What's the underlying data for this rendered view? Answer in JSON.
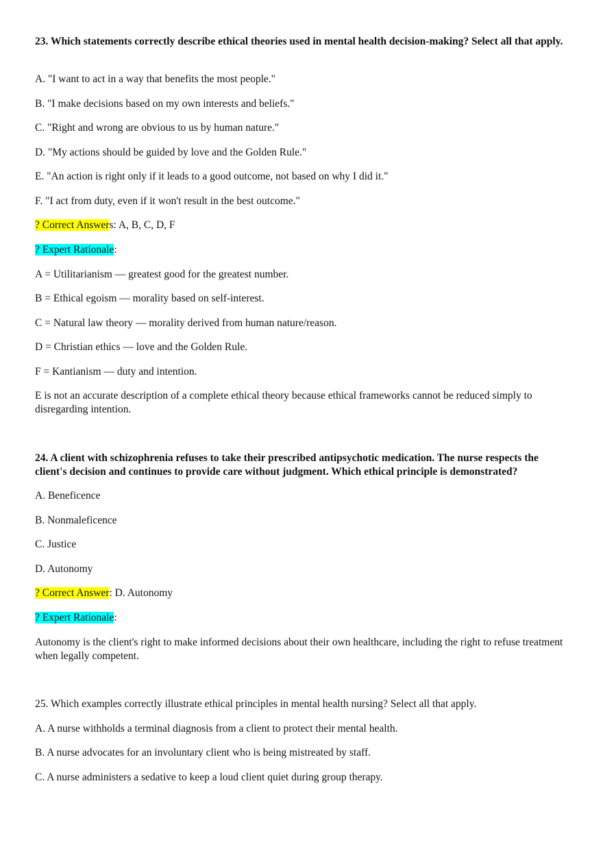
{
  "q23": {
    "question": "23. Which statements correctly describe ethical theories used in mental health decision-making? Select all that apply.",
    "options": [
      "A. \"I want to act in a way that benefits the most people.\"",
      "B. \"I make decisions based on my own interests and beliefs.\"",
      "C. \"Right and wrong are obvious to us by human nature.\"",
      "D. \"My actions should be guided by love and the Golden Rule.\"",
      "E. \"An action is right only if it leads to a good outcome, not based on why I did it.\"",
      "F. \"I act from duty, even if it won't result in the best outcome.\""
    ],
    "answer_label": "? Correct Answer",
    "answer_label_tail": "s",
    "answer_value": ": A, B, C, D, F",
    "rationale_label": "? Expert Rationale",
    "rationale_colon": ":",
    "rationale": [
      "A = Utilitarianism — greatest good for the greatest number.",
      "B = Ethical egoism — morality based on self-interest.",
      "C = Natural law theory — morality derived from human nature/reason.",
      "D = Christian ethics — love and the Golden Rule.",
      "F = Kantianism — duty and intention.",
      "E is not an accurate description of a complete ethical theory because ethical frameworks cannot be reduced simply to disregarding intention."
    ]
  },
  "q24": {
    "question": "24. A client with schizophrenia refuses to take their prescribed antipsychotic medication. The nurse respects the client's decision and continues to provide care without judgment. Which ethical principle is demonstrated?",
    "options": [
      "A. Beneficence",
      "B. Nonmaleficence",
      "C. Justice",
      "D. Autonomy"
    ],
    "answer_label": "? Correct Answer",
    "answer_value": ": D. Autonomy",
    "rationale_label": "? Expert Rationale",
    "rationale_colon": ":",
    "rationale": "Autonomy is the client's right to make informed decisions about their own healthcare, including the right to refuse treatment when legally competent."
  },
  "q25": {
    "question": "25. Which examples correctly illustrate ethical principles in mental health nursing? Select all that apply.",
    "options": [
      "A. A nurse withholds a terminal diagnosis from a client to protect their mental health.",
      "B. A nurse advocates for an involuntary client who is being mistreated by staff.",
      "C. A nurse administers a sedative to keep a loud client quiet during group therapy."
    ]
  },
  "colors": {
    "answer_highlight": "#ffff00",
    "rationale_highlight": "#00ffff"
  }
}
